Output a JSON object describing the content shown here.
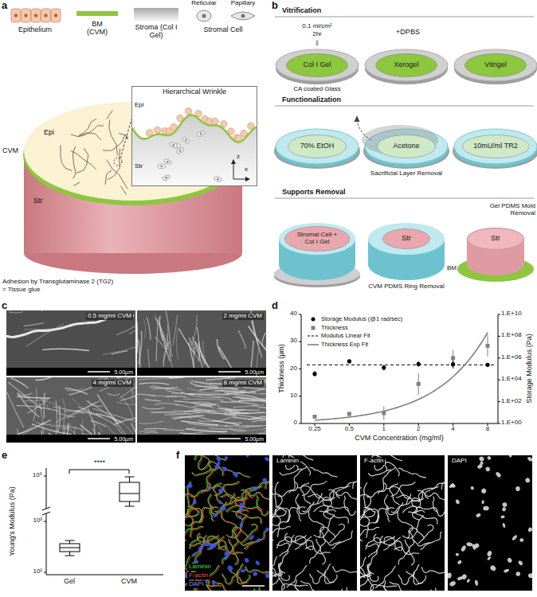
{
  "diagram": {
    "nodes": [
      {
        "text": [
          "Hierarchical Wrinkle"
        ]
      },
      {
        "text": [
          "Col I Gel"
        ]
      },
      {
        "text": [
          "Xerogel"
        ]
      },
      {
        "text": [
          "Vitrigel"
        ]
      },
      {
        "text": [
          "70% EtOH"
        ]
      },
      {
        "text": [
          "Acetone"
        ]
      },
      {
        "text": [
          "10mU/ml TR2"
        ]
      },
      {
        "text": [
          "Stromal Cell + Col I Gel"
        ]
      },
      {
        "text": [
          "Str"
        ]
      },
      {
        "text": [
          "Str"
        ]
      },
      {
        "text": [
          "0.5 mg/ml CVM",
          "5.00µm"
        ]
      },
      {
        "text": [
          "2 mg/ml CVM",
          "5.00µm"
        ]
      },
      {
        "text": [
          "4 mg/ml CVM",
          "5.00µm"
        ]
      },
      {
        "text": [
          "8 mg/ml CVM",
          "5.00µm"
        ]
      },
      {
        "text": [
          "Laminin",
          "F-actin",
          "DAPI"
        ]
      },
      {
        "text": [
          "Laminin"
        ]
      },
      {
        "text": [
          "F-actin"
        ]
      },
      {
        "text": [
          "DAPI"
        ]
      }
    ],
    "labels": [
      "a",
      "Epithelium",
      "BM (CVM)",
      "Stroma (Col I Gel)",
      "Reticular",
      "Papillary",
      "Stromal Cell",
      "Epi",
      "Str",
      "z",
      "x",
      "Epi",
      "CVM",
      "Str",
      "Adhesion by Transglutaminase 2 (TG2)",
      "= Tissue glue",
      "b",
      "Vitrification",
      "0.1 ml/cm²",
      "2hr",
      "+DPBS",
      "CA coated Glass",
      "Functionalization",
      "Sacrificial Layer Removal",
      "Supports Removal",
      "CVM PDMS Ring Removal",
      "BM",
      "Gel PDMS Mold Removal",
      "c",
      "d",
      "Thickness (µm)",
      "Storage Modulus (Pa)",
      "CVM Concentration (mg/ml)",
      "0",
      "10",
      "20",
      "30",
      "40",
      "1.E+00",
      "1.E+02",
      "1.E+04",
      "1.E+06",
      "1.E+08",
      "1.E+10",
      "0.25",
      "0.5",
      "1",
      "2",
      "4",
      "8",
      "e",
      "****",
      "Young's Modulus (Pa)",
      "10⁶",
      "10³",
      "10²",
      "Gel",
      "CVM",
      "f"
    ],
    "legend": [
      {
        "text": "Storage Modulus (@1 rad/sec)"
      },
      {
        "text": "Thickness"
      },
      {
        "text": "Modulus Linear Fit"
      },
      {
        "text": "Thickness Exp Fit"
      }
    ]
  }
}
